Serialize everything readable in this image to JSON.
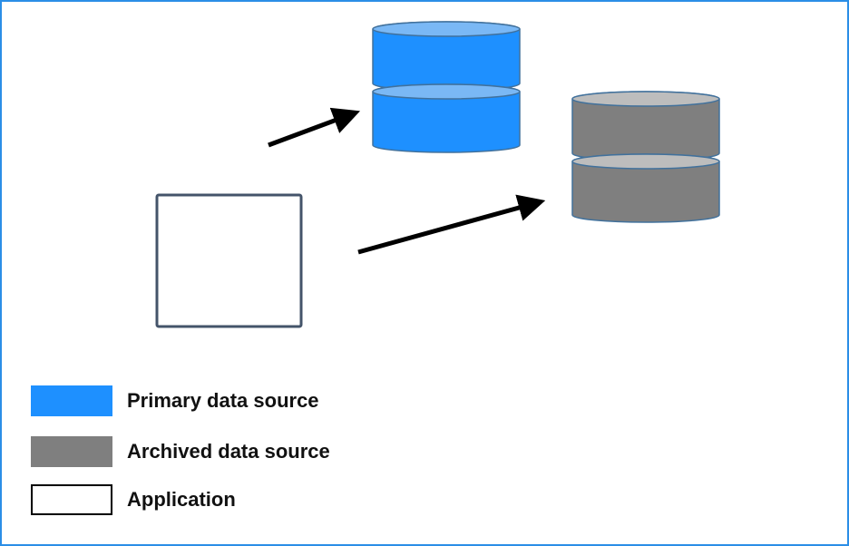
{
  "colors": {
    "frame_border": "#2b8ee6",
    "primary_fill": "#1e90ff",
    "primary_top": "#7ab8f5",
    "archived_fill": "#7f7f7f",
    "archived_top": "#bdbdbd",
    "cylinder_stroke": "#41719c",
    "application_stroke": "#44546a",
    "arrow": "#000000"
  },
  "nodes": {
    "primary": {
      "label": "Primary data source",
      "type": "database"
    },
    "archived": {
      "label": "Archived data source",
      "type": "database"
    },
    "application": {
      "label": "Application",
      "type": "box"
    }
  },
  "edges": [
    {
      "from": "application",
      "to": "primary"
    },
    {
      "from": "application",
      "to": "archived"
    }
  ],
  "legend": [
    {
      "key": "primary",
      "label": "Primary data source",
      "swatch": "#1e90ff",
      "outline": false
    },
    {
      "key": "archived",
      "label": "Archived data source",
      "swatch": "#7f7f7f",
      "outline": false
    },
    {
      "key": "application",
      "label": "Application",
      "swatch": "#ffffff",
      "outline": true
    }
  ]
}
